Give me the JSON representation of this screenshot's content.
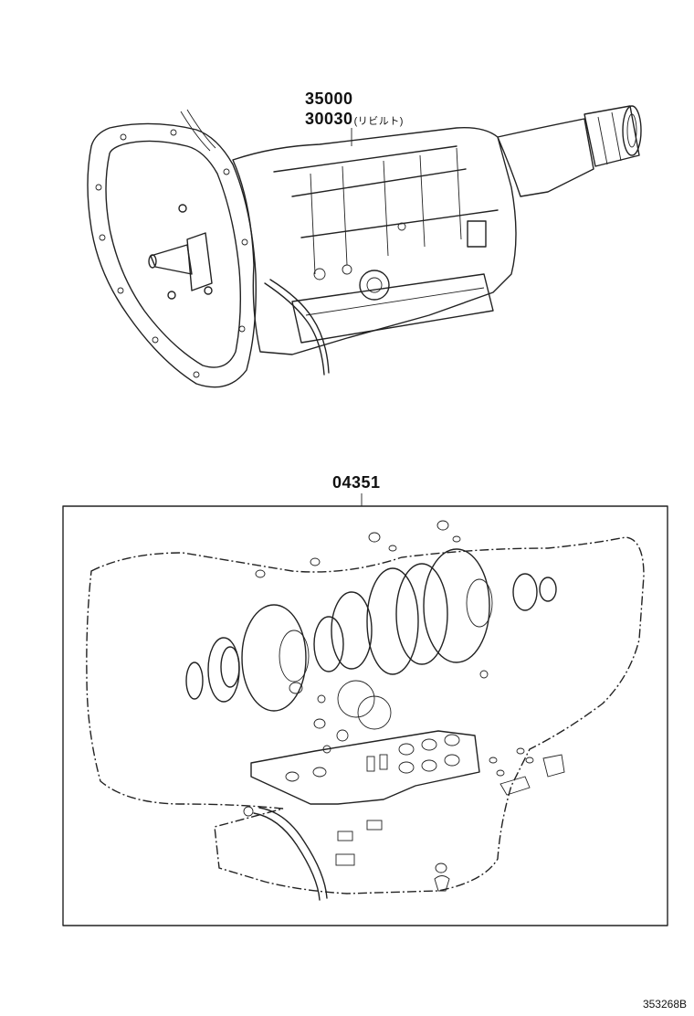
{
  "parts": {
    "transmission_assy": "35000",
    "transmission_rebuilt": "30030",
    "rebuilt_note": "(リビルト)",
    "overhaul_kit": "04351"
  },
  "figure_code": "353268B"
}
